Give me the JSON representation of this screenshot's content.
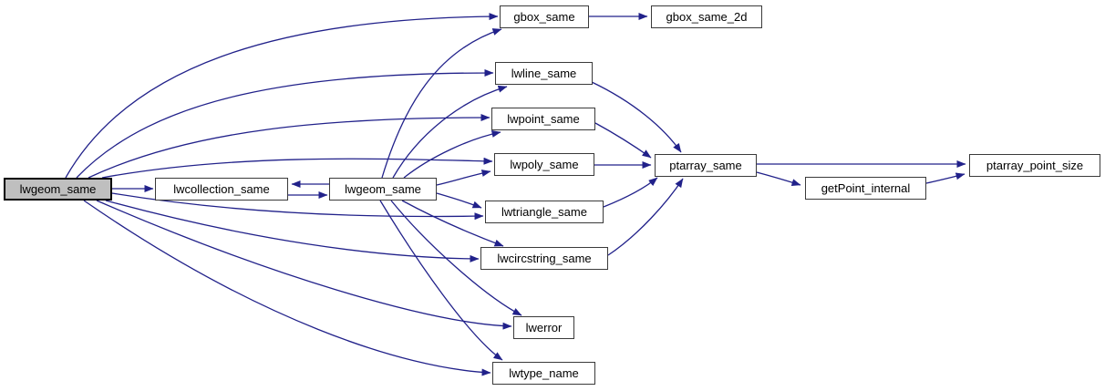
{
  "diagram": {
    "type": "call-graph",
    "edge_color": "#21218a",
    "node_border_color": "#3a3a3a",
    "highlight_fill": "#bfbfbf",
    "nodes": [
      {
        "id": "lwgeom_same_root",
        "label": "lwgeom_same",
        "highlighted": true
      },
      {
        "id": "lwcollection_same",
        "label": "lwcollection_same",
        "highlighted": false
      },
      {
        "id": "lwgeom_same",
        "label": "lwgeom_same",
        "highlighted": false
      },
      {
        "id": "gbox_same",
        "label": "gbox_same",
        "highlighted": false
      },
      {
        "id": "gbox_same_2d",
        "label": "gbox_same_2d",
        "highlighted": false
      },
      {
        "id": "lwline_same",
        "label": "lwline_same",
        "highlighted": false
      },
      {
        "id": "lwpoint_same",
        "label": "lwpoint_same",
        "highlighted": false
      },
      {
        "id": "lwpoly_same",
        "label": "lwpoly_same",
        "highlighted": false
      },
      {
        "id": "lwtriangle_same",
        "label": "lwtriangle_same",
        "highlighted": false
      },
      {
        "id": "lwcircstring_same",
        "label": "lwcircstring_same",
        "highlighted": false
      },
      {
        "id": "lwerror",
        "label": "lwerror",
        "highlighted": false
      },
      {
        "id": "lwtype_name",
        "label": "lwtype_name",
        "highlighted": false
      },
      {
        "id": "ptarray_same",
        "label": "ptarray_same",
        "highlighted": false
      },
      {
        "id": "getPoint_internal",
        "label": "getPoint_internal",
        "highlighted": false
      },
      {
        "id": "ptarray_point_size",
        "label": "ptarray_point_size",
        "highlighted": false
      }
    ],
    "edges": [
      {
        "from": "lwgeom_same_root",
        "to": "lwcollection_same"
      },
      {
        "from": "lwgeom_same_root",
        "to": "gbox_same"
      },
      {
        "from": "lwgeom_same_root",
        "to": "lwline_same"
      },
      {
        "from": "lwgeom_same_root",
        "to": "lwpoint_same"
      },
      {
        "from": "lwgeom_same_root",
        "to": "lwpoly_same"
      },
      {
        "from": "lwgeom_same_root",
        "to": "lwtriangle_same"
      },
      {
        "from": "lwgeom_same_root",
        "to": "lwcircstring_same"
      },
      {
        "from": "lwgeom_same_root",
        "to": "lwerror"
      },
      {
        "from": "lwgeom_same_root",
        "to": "lwtype_name"
      },
      {
        "from": "lwcollection_same",
        "to": "lwgeom_same"
      },
      {
        "from": "lwgeom_same",
        "to": "lwcollection_same"
      },
      {
        "from": "lwgeom_same",
        "to": "gbox_same"
      },
      {
        "from": "lwgeom_same",
        "to": "lwline_same"
      },
      {
        "from": "lwgeom_same",
        "to": "lwpoint_same"
      },
      {
        "from": "lwgeom_same",
        "to": "lwpoly_same"
      },
      {
        "from": "lwgeom_same",
        "to": "lwtriangle_same"
      },
      {
        "from": "lwgeom_same",
        "to": "lwcircstring_same"
      },
      {
        "from": "lwgeom_same",
        "to": "lwerror"
      },
      {
        "from": "lwgeom_same",
        "to": "lwtype_name"
      },
      {
        "from": "gbox_same",
        "to": "gbox_same_2d"
      },
      {
        "from": "lwline_same",
        "to": "ptarray_same"
      },
      {
        "from": "lwpoint_same",
        "to": "ptarray_same"
      },
      {
        "from": "lwpoly_same",
        "to": "ptarray_same"
      },
      {
        "from": "lwtriangle_same",
        "to": "ptarray_same"
      },
      {
        "from": "lwcircstring_same",
        "to": "ptarray_same"
      },
      {
        "from": "ptarray_same",
        "to": "ptarray_point_size"
      },
      {
        "from": "ptarray_same",
        "to": "getPoint_internal"
      },
      {
        "from": "getPoint_internal",
        "to": "ptarray_point_size"
      }
    ]
  }
}
